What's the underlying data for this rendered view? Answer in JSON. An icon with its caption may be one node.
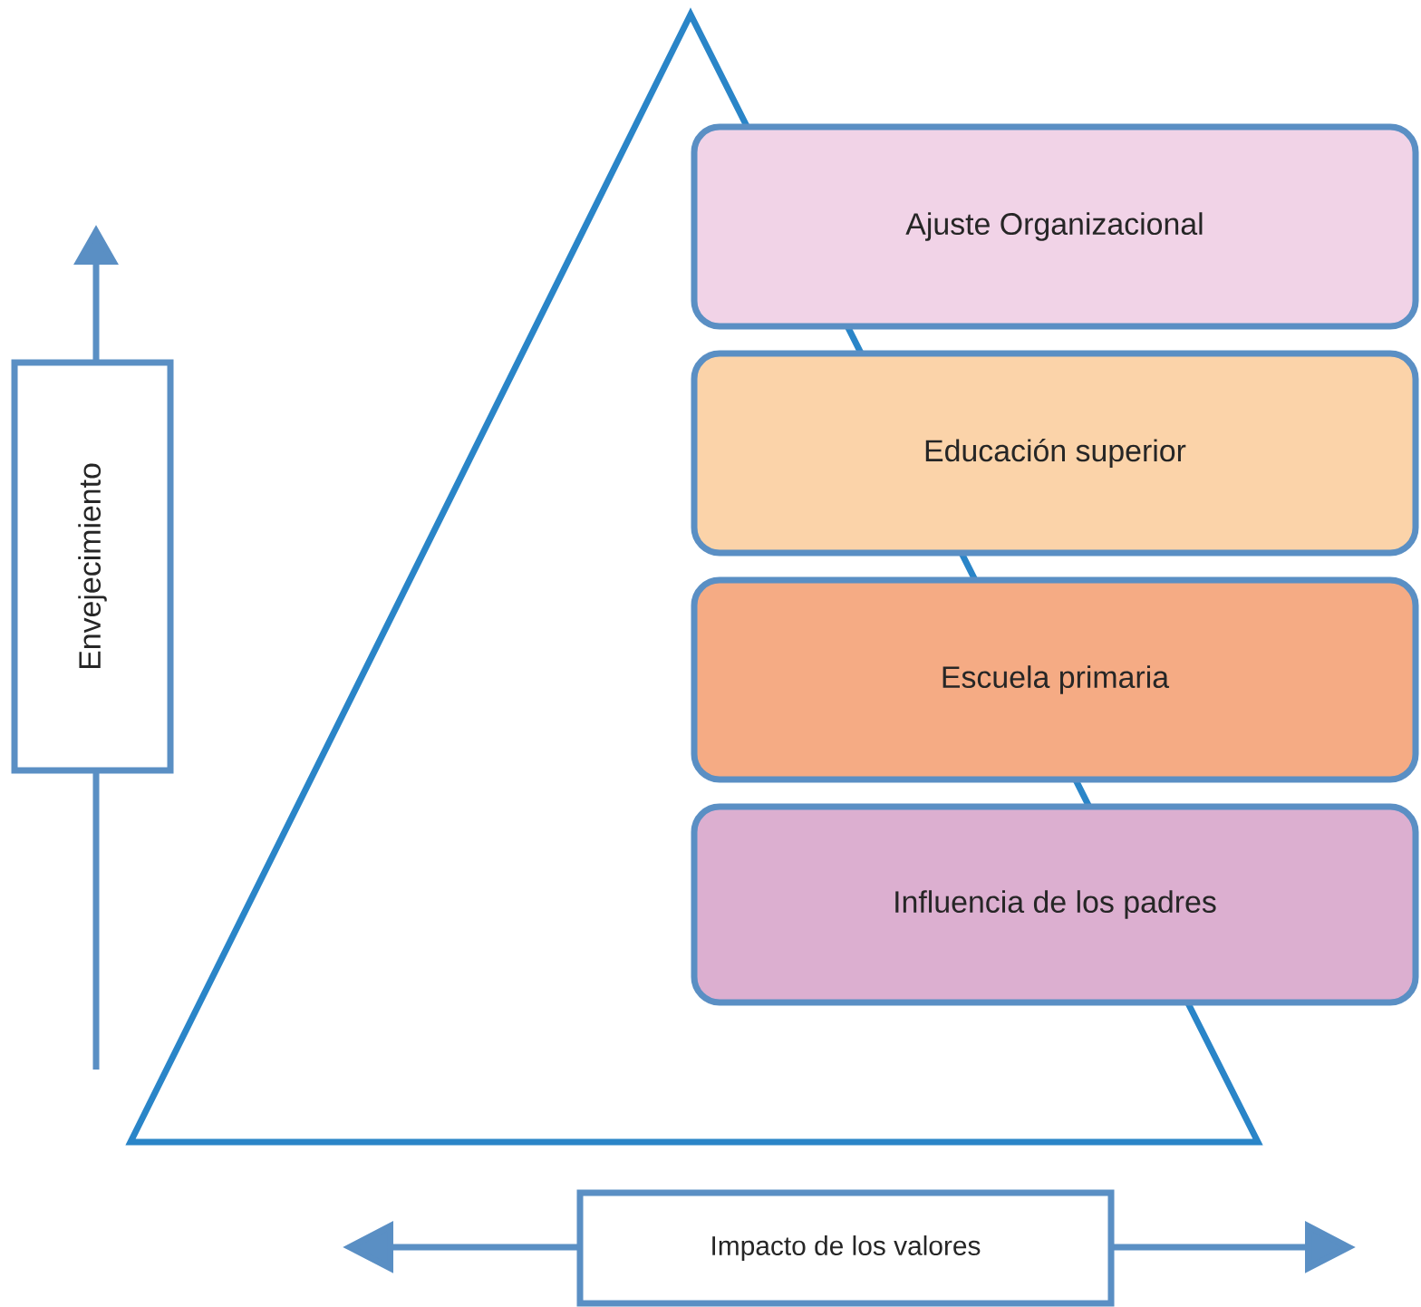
{
  "diagram": {
    "nodes": [
      {
        "text": [],
        "shape": "triangle"
      },
      {
        "text": [
          "Ajuste Organizacional"
        ]
      },
      {
        "text": [
          "Educación superior"
        ]
      },
      {
        "text": [
          "Escuela primaria"
        ]
      },
      {
        "text": [
          "Influencia de los padres"
        ]
      },
      {
        "text": [
          "Envejecimiento"
        ]
      },
      {
        "text": [
          "Impacto de los valores"
        ]
      }
    ]
  }
}
